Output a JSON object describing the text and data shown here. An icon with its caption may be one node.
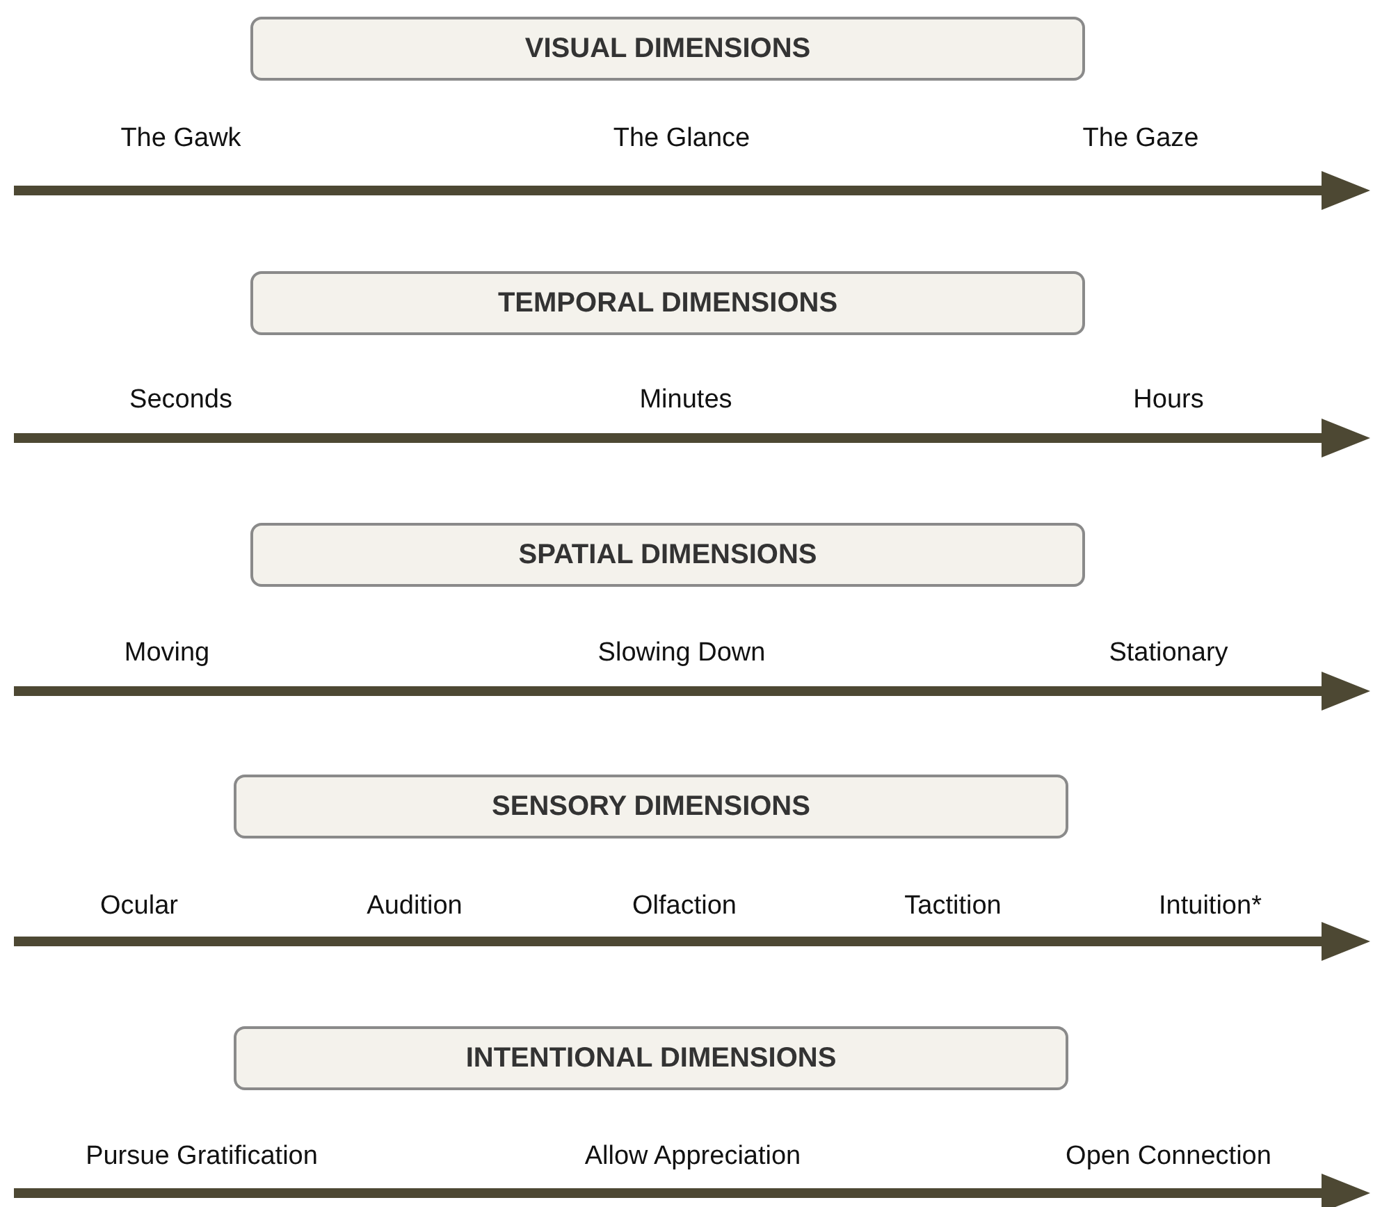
{
  "diagram": {
    "nodes": [
      {
        "text": [
          "VISUAL DIMENSIONS"
        ]
      },
      {
        "text": [
          "TEMPORAL DIMENSIONS"
        ]
      },
      {
        "text": [
          "SPATIAL DIMENSIONS"
        ]
      },
      {
        "text": [
          "SENSORY DIMENSIONS"
        ]
      },
      {
        "text": [
          "INTENTIONAL DIMENSIONS"
        ]
      }
    ],
    "labels": [
      "The Gawk",
      "The Glance",
      "The Gaze",
      "Seconds",
      "Minutes",
      "Hours",
      "Moving",
      "Slowing Down",
      "Stationary",
      "Ocular",
      "Audition",
      "Olfaction",
      "Tactition",
      "Intuition*",
      "Pursue Gratification",
      "Allow Appreciation",
      "Open Connection"
    ]
  }
}
